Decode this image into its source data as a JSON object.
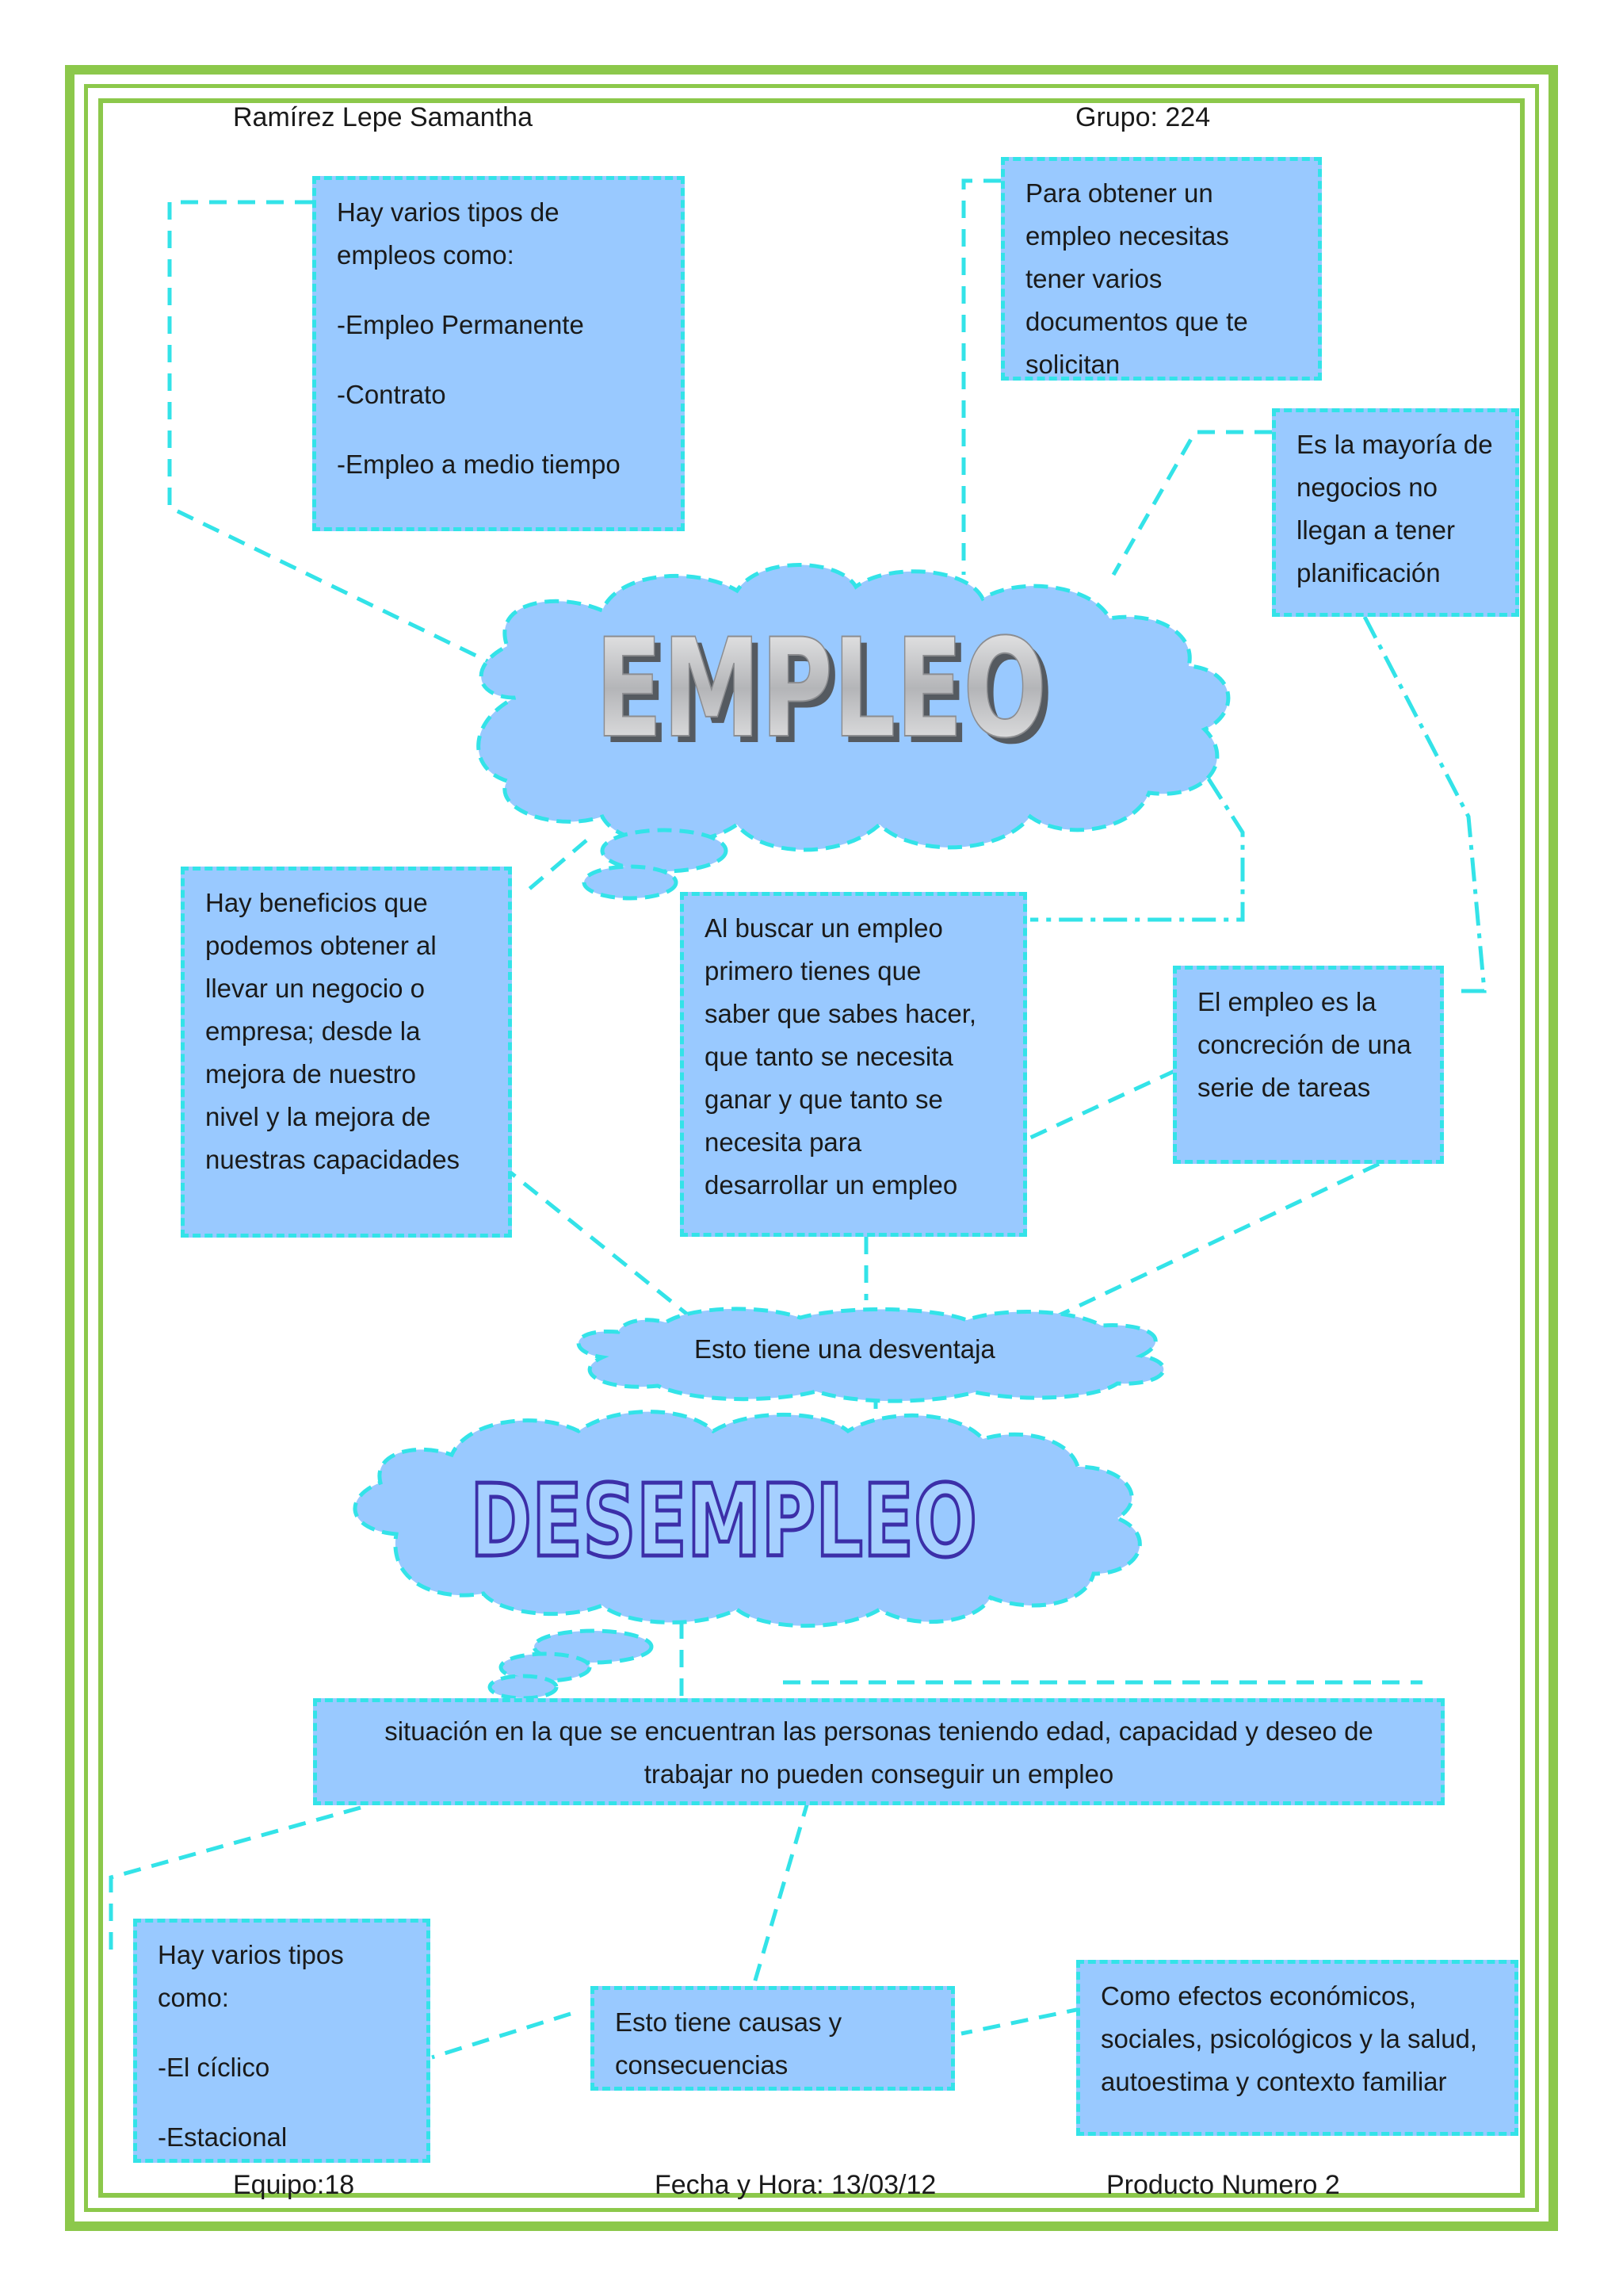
{
  "header": {
    "author": "Ramírez Lepe Samantha",
    "group": "Grupo: 224"
  },
  "footer": {
    "team": "Equipo:18",
    "datetime": "Fecha y Hora: 13/03/12",
    "product": "Producto Numero 2"
  },
  "clouds": {
    "empleo": "EMPLEO",
    "desventaja": "Esto tiene una desventaja",
    "desempleo": "DESEMPLEO"
  },
  "boxes": {
    "tipos_empleo": {
      "lines": [
        "Hay varios tipos de",
        "empleos como:"
      ],
      "items": [
        "-Empleo Permanente",
        "-Contrato",
        "-Empleo a medio tiempo"
      ]
    },
    "documentos": {
      "lines": [
        "Para obtener un",
        "empleo necesitas",
        "tener varios",
        "documentos  que te",
        "solicitan"
      ]
    },
    "planificacion": {
      "lines": [
        "Es la mayoría de",
        "negocios no",
        "llegan a tener",
        "planificación"
      ]
    },
    "beneficios": {
      "lines": [
        "Hay beneficios que",
        "podemos obtener al",
        "llevar un negocio o",
        "empresa; desde la",
        "mejora de nuestro",
        "nivel y la mejora de",
        "nuestras capacidades"
      ]
    },
    "buscar": {
      "lines": [
        "Al buscar un empleo",
        "primero tienes que",
        "saber que sabes hacer,",
        "que tanto se necesita",
        "ganar y que tanto se",
        "necesita para",
        "desarrollar un empleo"
      ]
    },
    "concrecion": {
      "lines": [
        "El empleo es la",
        "concreción de una",
        "serie de tareas"
      ]
    },
    "situacion": {
      "lines": [
        "situación en la que se encuentran las personas teniendo edad, capacidad y deseo de",
        "trabajar no pueden conseguir un  empleo"
      ]
    },
    "tipos_desempleo": {
      "lines": [
        "Hay varios tipos",
        "como:"
      ],
      "items": [
        "-El cíclico",
        "-Estacional"
      ]
    },
    "causas": {
      "lines": [
        "Esto tiene causas y",
        "consecuencias"
      ]
    },
    "efectos": {
      "lines": [
        "Como efectos económicos,",
        "sociales, psicológicos y la salud,",
        "autoestima y contexto familiar"
      ]
    }
  },
  "colors": {
    "frame": "#8cc84b",
    "box_fill": "#99c9ff",
    "dash": "#33e3e8",
    "empleo_title": "#a9aaad",
    "desempleo_title": "#3c2fa8"
  }
}
